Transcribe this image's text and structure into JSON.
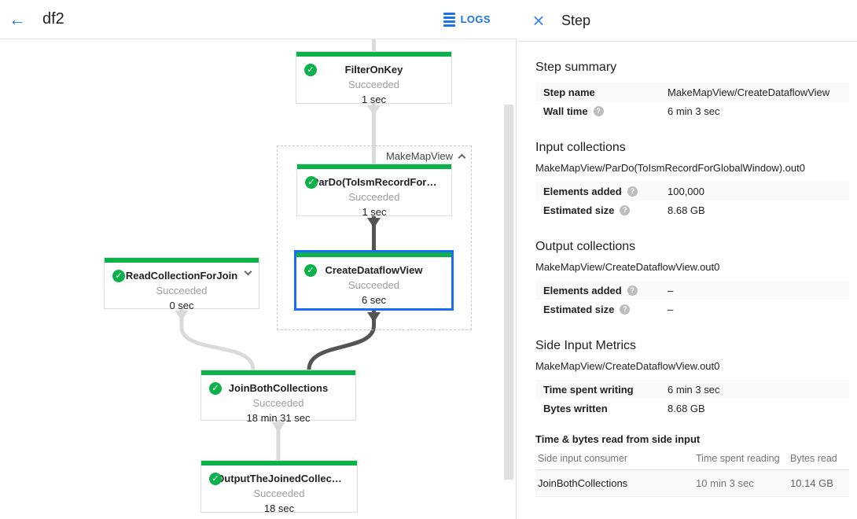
{
  "icons": {
    "back": "←",
    "close": "×",
    "check": "✓",
    "help": "?"
  },
  "colors": {
    "green": "#0db14b",
    "blue": "#1a73e8",
    "selected_border": "#1b6ef3"
  },
  "topbar": {
    "title": "df2",
    "logs_label": "LOGS"
  },
  "graph": {
    "group_label": "MakeMapView",
    "nodes": [
      {
        "title": "FilterOnKey",
        "status": "Succeeded",
        "time": "1 sec"
      },
      {
        "title": "ParDo(ToIsmRecordFor…",
        "status": "Succeeded",
        "time": "1 sec"
      },
      {
        "title": "CreateDataflowView",
        "status": "Succeeded",
        "time": "6 sec",
        "selected": true
      },
      {
        "title": "ReadCollectionForJoin",
        "status": "Succeeded",
        "time": "0 sec"
      },
      {
        "title": "JoinBothCollections",
        "status": "Succeeded",
        "time": "18 min 31 sec"
      },
      {
        "title": "OutputTheJoinedCollec…",
        "status": "Succeeded",
        "time": "18 sec"
      }
    ]
  },
  "panel": {
    "title": "Step",
    "step_summary": {
      "heading": "Step summary",
      "rows": [
        {
          "label": "Step name",
          "value": "MakeMapView/CreateDataflowView"
        },
        {
          "label": "Wall time",
          "value": "6 min 3 sec"
        }
      ]
    },
    "input_collections": {
      "heading": "Input collections",
      "collection": "MakeMapView/ParDo(ToIsmRecordForGlobalWindow).out0",
      "rows": [
        {
          "label": "Elements added",
          "value": "100,000"
        },
        {
          "label": "Estimated size",
          "value": "8.68 GB"
        }
      ]
    },
    "output_collections": {
      "heading": "Output collections",
      "collection": "MakeMapView/CreateDataflowView.out0",
      "rows": [
        {
          "label": "Elements added",
          "value": "–"
        },
        {
          "label": "Estimated size",
          "value": "–"
        }
      ]
    },
    "side_input_metrics": {
      "heading": "Side Input Metrics",
      "collection": "MakeMapView/CreateDataflowView.out0",
      "rows": [
        {
          "label": "Time spent writing",
          "value": "6 min 3 sec"
        },
        {
          "label": "Bytes written",
          "value": "8.68 GB"
        }
      ],
      "table": {
        "title": "Time & bytes read from side input",
        "columns": [
          "Side input consumer",
          "Time spent reading",
          "Bytes read"
        ],
        "rows": [
          [
            "JoinBothCollections",
            "10 min 3 sec",
            "10.14 GB"
          ]
        ]
      }
    }
  }
}
